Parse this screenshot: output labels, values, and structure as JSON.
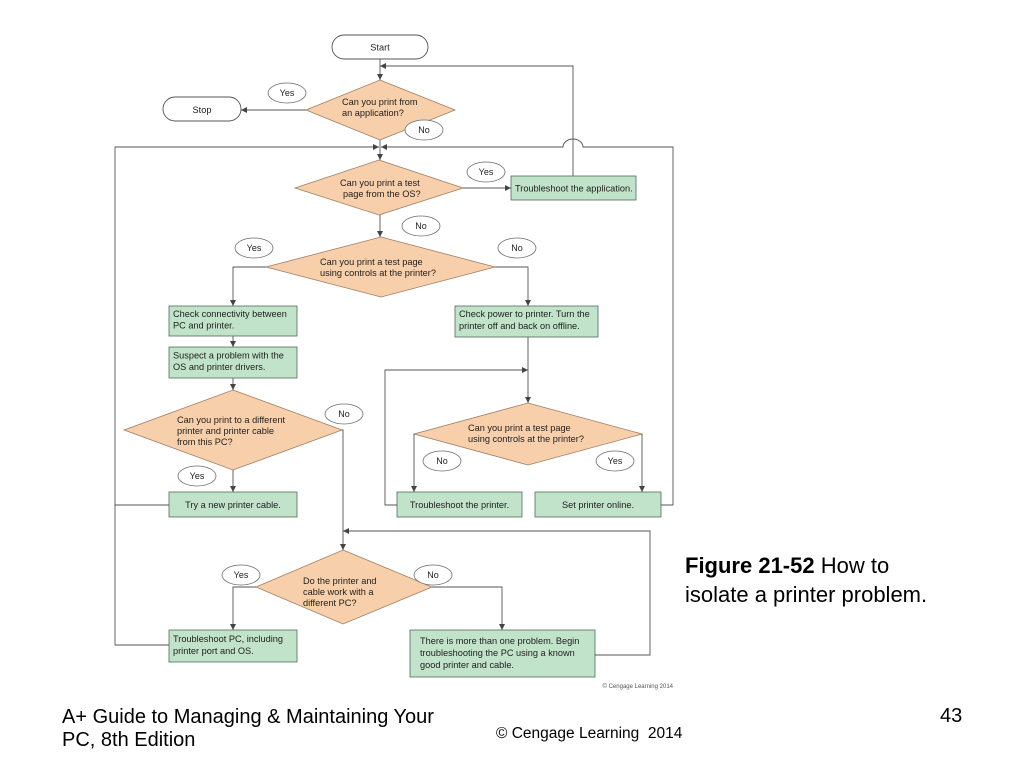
{
  "flowchart": {
    "start": "Start",
    "stop": "Stop",
    "decisions": [
      {
        "lines": [
          "Can you print from",
          "an application?"
        ],
        "yes": "Yes",
        "no": "No"
      },
      {
        "lines": [
          "Can you print a test",
          "page from the OS?"
        ],
        "yes": "Yes",
        "no": "No"
      },
      {
        "lines": [
          "Can you print a test page",
          "using controls at the printer?"
        ],
        "yes": "Yes",
        "no": "No"
      },
      {
        "lines": [
          "Can you print to a different",
          "printer and printer cable",
          "from this PC?"
        ],
        "yes": "Yes",
        "no": "No"
      },
      {
        "lines": [
          "Can you print a test page",
          "using controls at the printer?"
        ],
        "yes": "Yes",
        "no": "No"
      },
      {
        "lines": [
          "Do the printer and",
          "cable work with a",
          "different PC?"
        ],
        "yes": "Yes",
        "no": "No"
      }
    ],
    "actions": [
      {
        "lines": [
          "Troubleshoot the application."
        ]
      },
      {
        "lines": [
          "Check connectivity between",
          "PC and printer."
        ]
      },
      {
        "lines": [
          "Suspect a problem with the",
          "OS and printer drivers."
        ]
      },
      {
        "lines": [
          "Try a new printer cable."
        ]
      },
      {
        "lines": [
          "Check power to printer. Turn the",
          "printer off and back on offline."
        ]
      },
      {
        "lines": [
          "Troubleshoot the printer."
        ]
      },
      {
        "lines": [
          "Set printer online."
        ]
      },
      {
        "lines": [
          "Troubleshoot PC, including",
          "printer port and OS."
        ]
      },
      {
        "lines": [
          "There is more than one problem. Begin",
          "troubleshooting the PC using a known",
          "good printer and cable."
        ]
      }
    ],
    "credit": "© Cengage Learning 2014",
    "colors": {
      "decision_fill": "#f8cfab",
      "action_fill": "#c0e3c9"
    }
  },
  "caption": {
    "figure_label": "Figure 21-52",
    "description": "How to isolate a printer problem."
  },
  "footer": {
    "book_title": "A+ Guide to Managing & Maintaining Your PC, 8th Edition",
    "copyright": "© Cengage Learning  2014",
    "page_number": "43"
  }
}
